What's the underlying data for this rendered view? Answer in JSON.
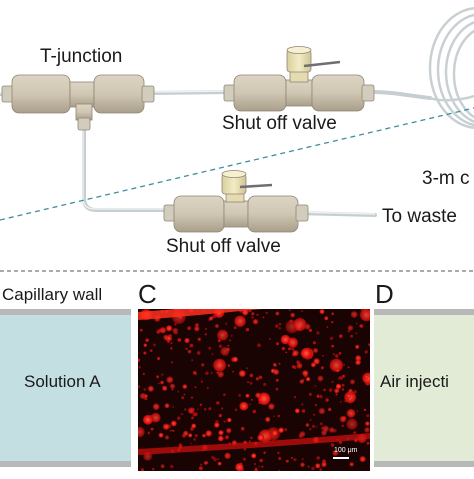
{
  "labels": {
    "t_junction": "T-junction",
    "shut_off_valve_1": "Shut off valve",
    "shut_off_valve_2": "Shut off valve",
    "coil": "3-m c",
    "to_waste": "To waste",
    "capillary_wall": "Capillary wall",
    "panel_c": "C",
    "panel_d": "D",
    "solution_a": "Solution A",
    "air_injection": "Air injecti",
    "scale_bar": "100 μm"
  },
  "colors": {
    "fitting_body": "#cfc6b3",
    "fitting_shadow": "#b3aa96",
    "valve_knob": "#ece3b8",
    "tubing": "#d4dadd",
    "dashed_line": "#3e8f9b",
    "solution_a_fill": "#c4dfe1",
    "air_injection_fill": "#e2ebd6",
    "capillary_wall_gray": "#b8b8b8",
    "fluorescence_red": "#e01414"
  },
  "icons": [
    "t-junction-fitting",
    "shut-off-valve",
    "tubing-coil",
    "droplet-micrograph"
  ]
}
